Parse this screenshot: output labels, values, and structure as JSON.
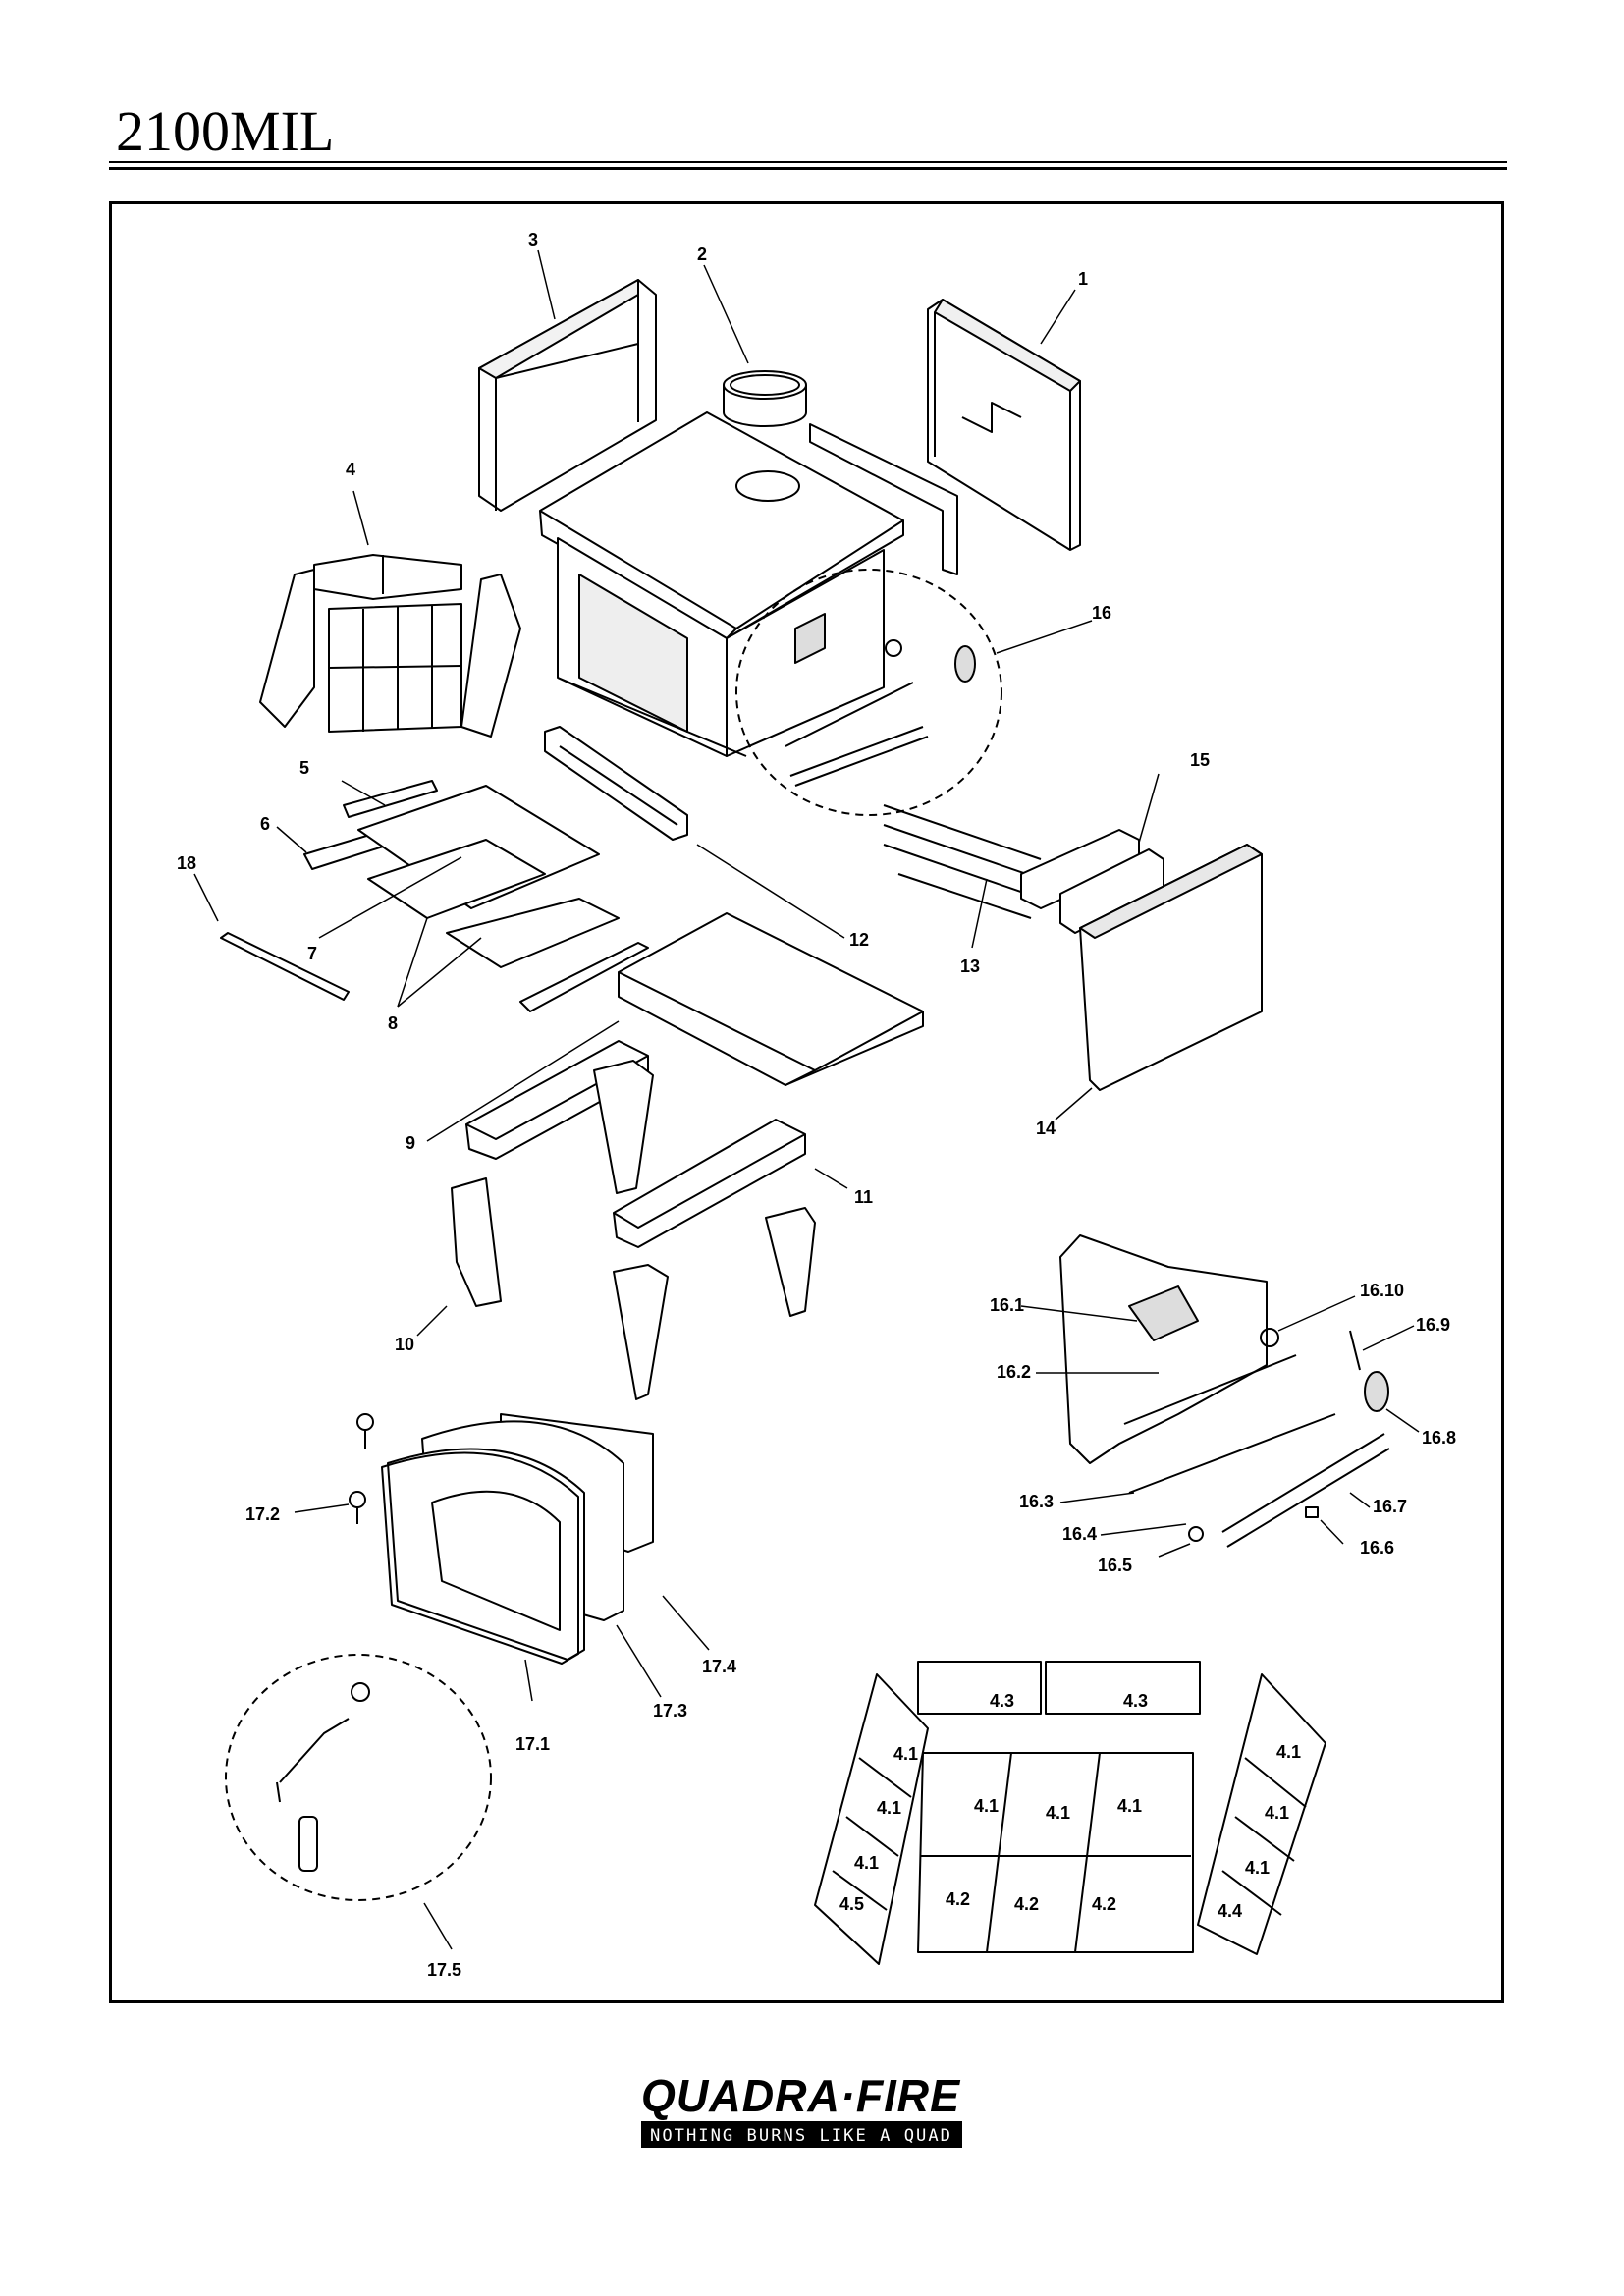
{
  "document": {
    "title": "2100MIL"
  },
  "parts": {
    "p1": "1",
    "p2": "2",
    "p3": "3",
    "p4": "4",
    "p5": "5",
    "p6": "6",
    "p7": "7",
    "p8": "8",
    "p9": "9",
    "p10": "10",
    "p11": "11",
    "p12": "12",
    "p13": "13",
    "p14": "14",
    "p15": "15",
    "p16": "16",
    "p18": "18",
    "p16_1": "16.1",
    "p16_2": "16.2",
    "p16_3": "16.3",
    "p16_4": "16.4",
    "p16_5": "16.5",
    "p16_6": "16.6",
    "p16_7": "16.7",
    "p16_8": "16.8",
    "p16_9": "16.9",
    "p16_10": "16.10",
    "p17_1": "17.1",
    "p17_2": "17.2",
    "p17_3": "17.3",
    "p17_4": "17.4",
    "p17_5": "17.5",
    "brick_4_1": "4.1",
    "brick_4_2": "4.2",
    "brick_4_3": "4.3",
    "brick_4_4": "4.4",
    "brick_4_5": "4.5"
  },
  "logo": {
    "brand": "QUADRA·FIRE",
    "tagline": "NOTHING BURNS LIKE A QUAD"
  }
}
